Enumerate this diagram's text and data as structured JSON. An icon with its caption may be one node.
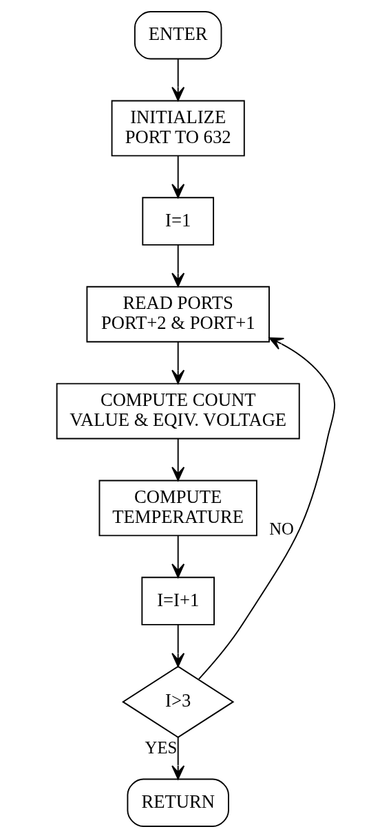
{
  "diagram": {
    "nodes": [
      {
        "text": [
          "ENTER"
        ]
      },
      {
        "text": [
          "INITIALIZE PORT TO 632"
        ]
      },
      {
        "text": [
          "I=1"
        ]
      },
      {
        "text": [
          "READ PORTS PORT+2 & PORT+1"
        ]
      },
      {
        "text": [
          "COMPUTE COUNT VALUE & EQIV. VOLTAGE"
        ]
      },
      {
        "text": [
          "COMPUTE TEMPERATURE"
        ]
      },
      {
        "text": [
          "I=I+1"
        ]
      },
      {
        "text": [
          "I>3"
        ]
      },
      {
        "text": [
          "RETURN"
        ]
      }
    ],
    "edges": [
      {
        "from": 0,
        "to": 1,
        "arrow": "to"
      },
      {
        "from": 1,
        "to": 2,
        "arrow": "to"
      },
      {
        "from": 2,
        "to": 3,
        "arrow": "to"
      },
      {
        "from": 3,
        "to": 4,
        "arrow": "to"
      },
      {
        "from": 4,
        "to": 5,
        "arrow": "to"
      },
      {
        "from": 5,
        "to": 6,
        "arrow": "to"
      },
      {
        "from": 6,
        "to": 7,
        "arrow": "to"
      },
      {
        "from": 7,
        "to": 8,
        "arrow": "to",
        "label": "YES"
      },
      {
        "from": 7,
        "to": 3,
        "arrow": "to",
        "label": "NO"
      }
    ]
  }
}
